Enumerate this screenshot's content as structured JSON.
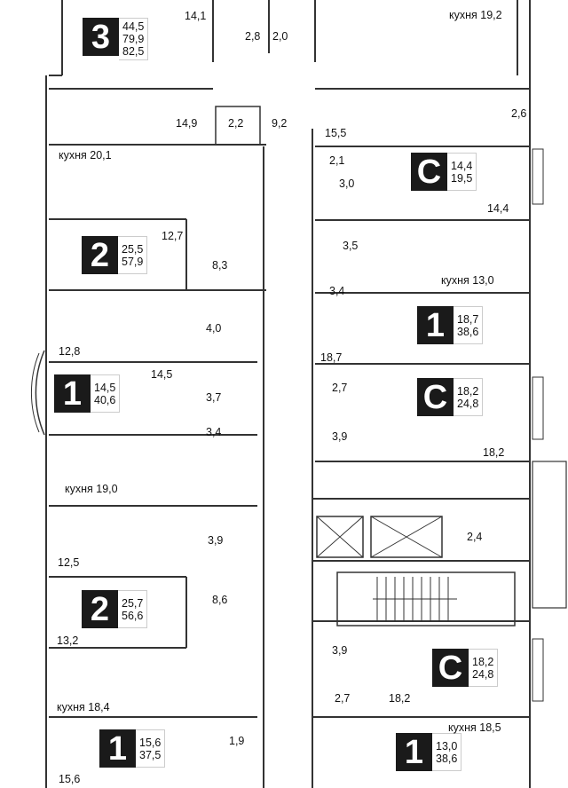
{
  "apartments": [
    {
      "type": "3",
      "areas": [
        "44,5",
        "79,9",
        "82,5"
      ]
    },
    {
      "type": "2",
      "areas": [
        "25,5",
        "57,9"
      ]
    },
    {
      "type": "C",
      "areas": [
        "14,4",
        "19,5"
      ]
    },
    {
      "type": "1",
      "areas": [
        "18,7",
        "38,6"
      ]
    },
    {
      "type": "1",
      "areas": [
        "14,5",
        "40,6"
      ]
    },
    {
      "type": "C",
      "areas": [
        "18,2",
        "24,8"
      ]
    },
    {
      "type": "2",
      "areas": [
        "25,7",
        "56,6"
      ]
    },
    {
      "type": "C",
      "areas": [
        "18,2",
        "24,8"
      ]
    },
    {
      "type": "1",
      "areas": [
        "15,6",
        "37,5"
      ]
    },
    {
      "type": "1",
      "areas": [
        "13,0",
        "38,6"
      ]
    }
  ],
  "rooms": [
    "14,1",
    "2,8",
    "2,0",
    "кухня 19,2",
    "14,9",
    "2,2",
    "9,2",
    "15,5",
    "2,6",
    "кухня 20,1",
    "2,1",
    "3,0",
    "14,4",
    "12,7",
    "3,5",
    "8,3",
    "3,4",
    "кухня 13,0",
    "4,0",
    "12,8",
    "18,7",
    "14,5",
    "3,7",
    "2,7",
    "3,4",
    "3,9",
    "18,2",
    "кухня 19,0",
    "2,4",
    "3,9",
    "12,5",
    "8,6",
    "13,2",
    "3,9",
    "2,7",
    "18,2",
    "кухня 18,4",
    "1,9",
    "кухня 18,5",
    "15,6"
  ]
}
